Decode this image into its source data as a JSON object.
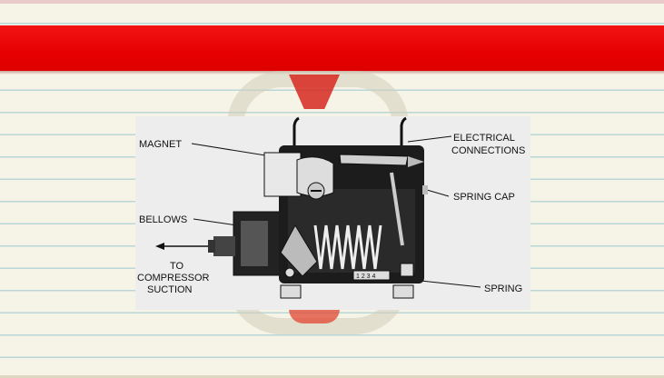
{
  "diagram": {
    "labels": {
      "magnet": "MAGNET",
      "electrical_1": "ELECTRICAL",
      "electrical_2": "CONNECTIONS",
      "spring_cap": "SPRING CAP",
      "bellows": "BELLOWS",
      "to": "TO",
      "compressor": "COMPRESSOR",
      "suction": "SUCTION",
      "spring": "SPRING",
      "scale": "1 2 3 4"
    }
  },
  "colors": {
    "band": "#e60000",
    "paper": "#f6f4e6",
    "rule_line": "#b9d6d8",
    "diagram_bg": "#ededed"
  }
}
